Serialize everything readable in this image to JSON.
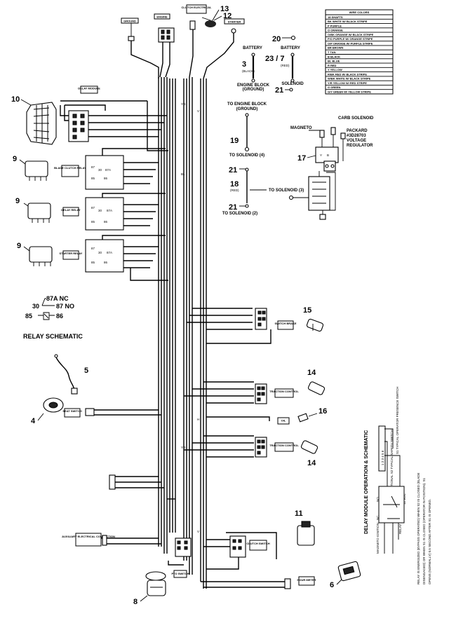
{
  "legend": {
    "title": "WIRE COLORS",
    "rows": [
      "18 SHAFTS",
      "BK WHITE W/ BLACK STRIPE",
      "P PURPLE",
      "O ORANGE",
      "O/BK ORANGE W/ BLACK STRIPE",
      "P/O PURPLE W/ ORANGE STRIPE",
      "O/P ORANGE W/ PURPLE STRIPE",
      "BR BROWN",
      "T TAN",
      "B BLACK",
      "BL BLUE",
      "R RED",
      "Y YELLOW",
      "R/BK RED W/ BLACK STRIPE",
      "W/BK WHITE W/ BLACK STRIPE",
      "Y/R YELLOW W/ RED STRIPE",
      "G GREEN",
      "G/Y GREEN W/ YELLOW STRIPE"
    ]
  },
  "callouts": {
    "c4": "4",
    "c5": "5",
    "c6": "6",
    "c8": "8",
    "c9a": "9",
    "c9b": "9",
    "c9c": "9",
    "c10": "10",
    "c11": "11",
    "c12": "12",
    "c13": "13",
    "c14a": "14",
    "c14b": "14",
    "c15": "15",
    "c16": "16",
    "c17": "17",
    "c19": "19",
    "c20": "20",
    "c21a": "21",
    "c21b": "21",
    "c21c": "21",
    "c18": "18",
    "c3": "3",
    "c23_7": "23 / 7"
  },
  "relay_schematic": {
    "title": "RELAY SCHEMATIC",
    "pin_30": "30",
    "pin_85": "85",
    "pin_87a": "87A NC",
    "pin_87": "87 NO",
    "pin_86": "86"
  },
  "battery": {
    "battery_left": "BATTERY",
    "battery_right": "BATTERY",
    "black": "(BLACK)",
    "red": "(RED)",
    "engine_block": "ENGINE BLOCK",
    "ground": "(GROUND)",
    "solenoid": "SOLENOID",
    "to_engine_block": "TO ENGINE BLOCK",
    "ground2": "(GROUND)",
    "to_solenoid_4": "TO SOLENOID (4)",
    "red2": "(RED)",
    "to_solenoid_3": "TO SOLENOID (3)",
    "to_solenoid_2": "TO SOLENOID (2)"
  },
  "regulator": {
    "magneto": "MAGNETO",
    "carb_solenoid": "CARB SOLENOID",
    "packard": "PACKARD",
    "part_no": "#3D28703",
    "voltage": "VOLTAGE",
    "regulator": "REGULATOR"
  },
  "tags": {
    "ground": "GROUND",
    "engine": "ENGINE",
    "clutch": "CLUTCH ELECTRICAL",
    "starter": "STARTER",
    "delay_module": "DELAY MODULE",
    "blade_clutch_relay": "BLADE CLUTCH RELAY",
    "delay_relay": "DELAY RELAY",
    "starter_relay": "STARTER RELAY",
    "switch_brake": "SWITCH BRAKE",
    "traction_control": "TRACTION CONTROL",
    "traction_control2": "TRACTION CONTROL",
    "seat_switch": "SEAT SWITCH",
    "oil": "OIL",
    "auxiliary": "AUXILIARY ELECTRICAL CONNECTION",
    "clutch_switch": "CLUTCH SWITCH",
    "pto_switch": "PTO SWITCH",
    "hour_meter": "HOUR METER"
  },
  "delay_schematic": {
    "title": "DELAY MODULE OPERATION & SCHEMATIC",
    "pins": "1 2 3 4 5 6",
    "typical": "S1 TYPICAL OPERATOR PRESENCE SWITCH",
    "optional": "OPTIONAL S2 TYPICAL SAFETY SWITCH",
    "vdc": "12 VDC",
    "no": "NO",
    "nc": "NC",
    "magneto_ignition": "MAGNETO IGNITION",
    "relay": "RELAY",
    "note": "RELAY IS ENERGIZED (BYPASS OPERATED) WHEN S2 IS CLOSED (BLADE DISENGAGED) OR WHEN S1 IS CLOSED (OPERATOR IN POSITION). S1 OPENS (NORMALLY) 0.5 SECOND AFTER S1 IS OPENED."
  },
  "wire_labels": {
    "w1": "YG",
    "w2": "V",
    "w3": "BL",
    "w4": "YG",
    "w5": "H",
    "w6": "V"
  }
}
